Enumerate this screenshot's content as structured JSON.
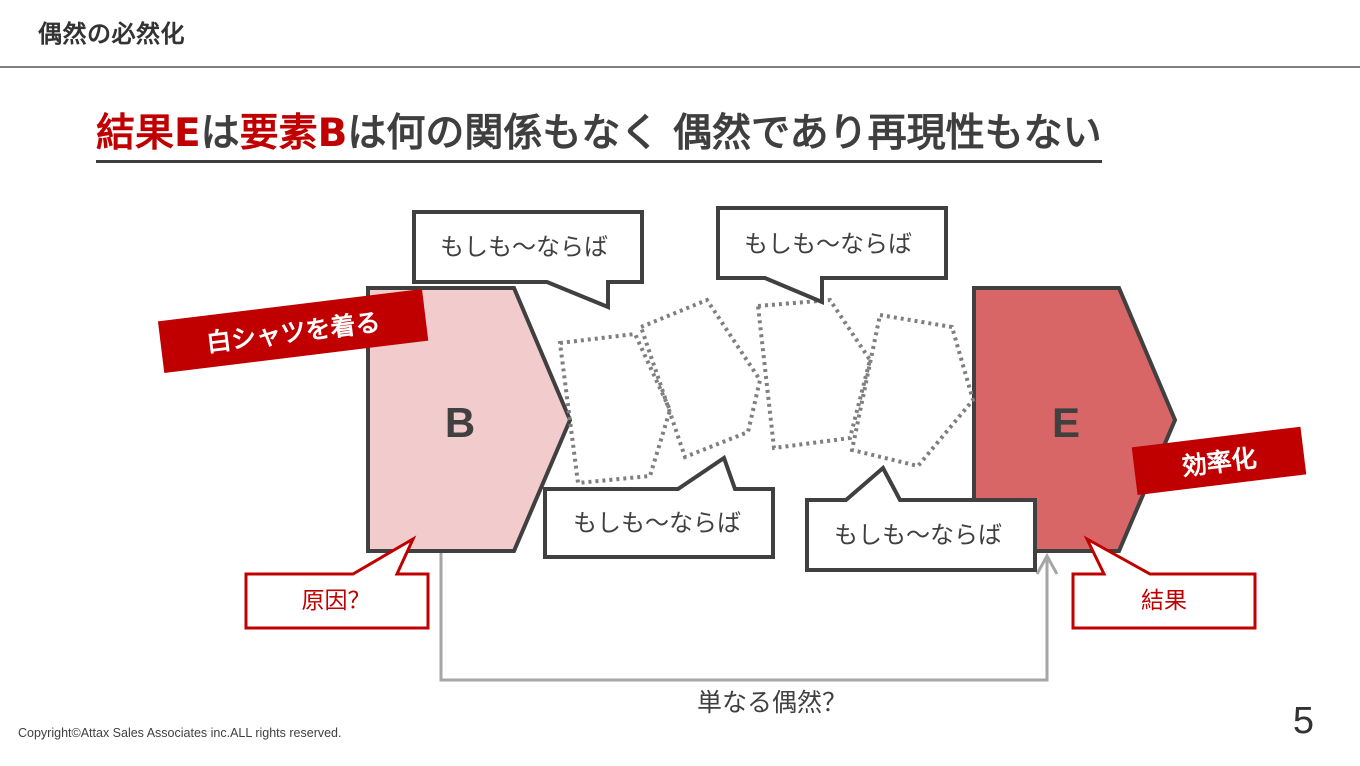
{
  "header": {
    "title": "偶然の必然化"
  },
  "headline": {
    "parts": [
      {
        "text": "結果E",
        "accent": true
      },
      {
        "text": "は",
        "accent": false
      },
      {
        "text": "要素B",
        "accent": true
      },
      {
        "text": "は何の関係もなく 偶然であり再現性もない",
        "accent": false
      }
    ]
  },
  "diagram": {
    "block_b": {
      "letter": "B",
      "tag": "白シャツを着る",
      "callout": "原因？"
    },
    "block_e": {
      "letter": "E",
      "tag": "効率化",
      "callout": "結果"
    },
    "what_if_bubbles": [
      "もしも～ならば",
      "もしも～ならば",
      "もしも～ならば",
      "もしも～ならば"
    ],
    "connector_label": "単なる偶然？"
  },
  "colors": {
    "accent": "#c00000",
    "block_b_fill": "#f2cccc",
    "block_e_fill": "#d96666",
    "outline": "#404040",
    "dotted": "#7f7f7f",
    "connector": "#a6a6a6"
  },
  "footer": {
    "copyright": "Copyright©Attax Sales Associates inc.ALL rights reserved.",
    "page_number": "5"
  }
}
